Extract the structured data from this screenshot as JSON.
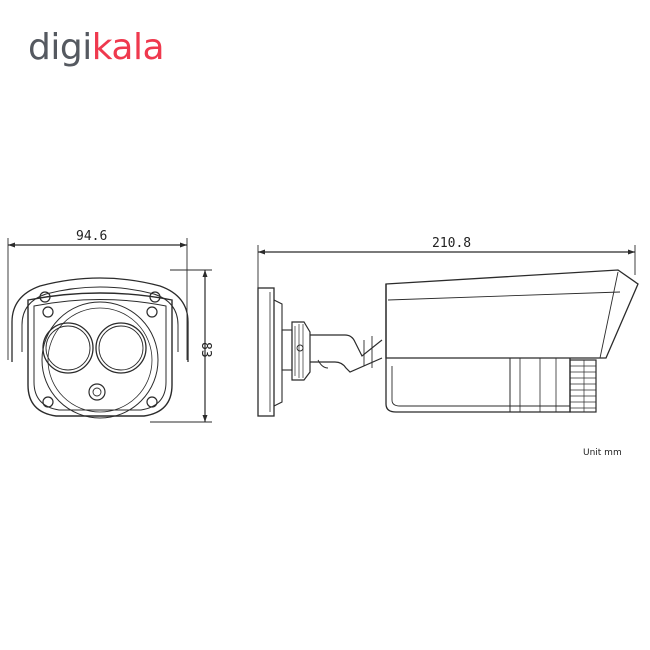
{
  "brand": {
    "part1": "digi",
    "part2": "kala",
    "color_gray": "#555960",
    "color_red": "#ef394e"
  },
  "diagram": {
    "front_width": "94.6",
    "height": "83",
    "side_length": "210.8",
    "unit": "Unit mm"
  }
}
